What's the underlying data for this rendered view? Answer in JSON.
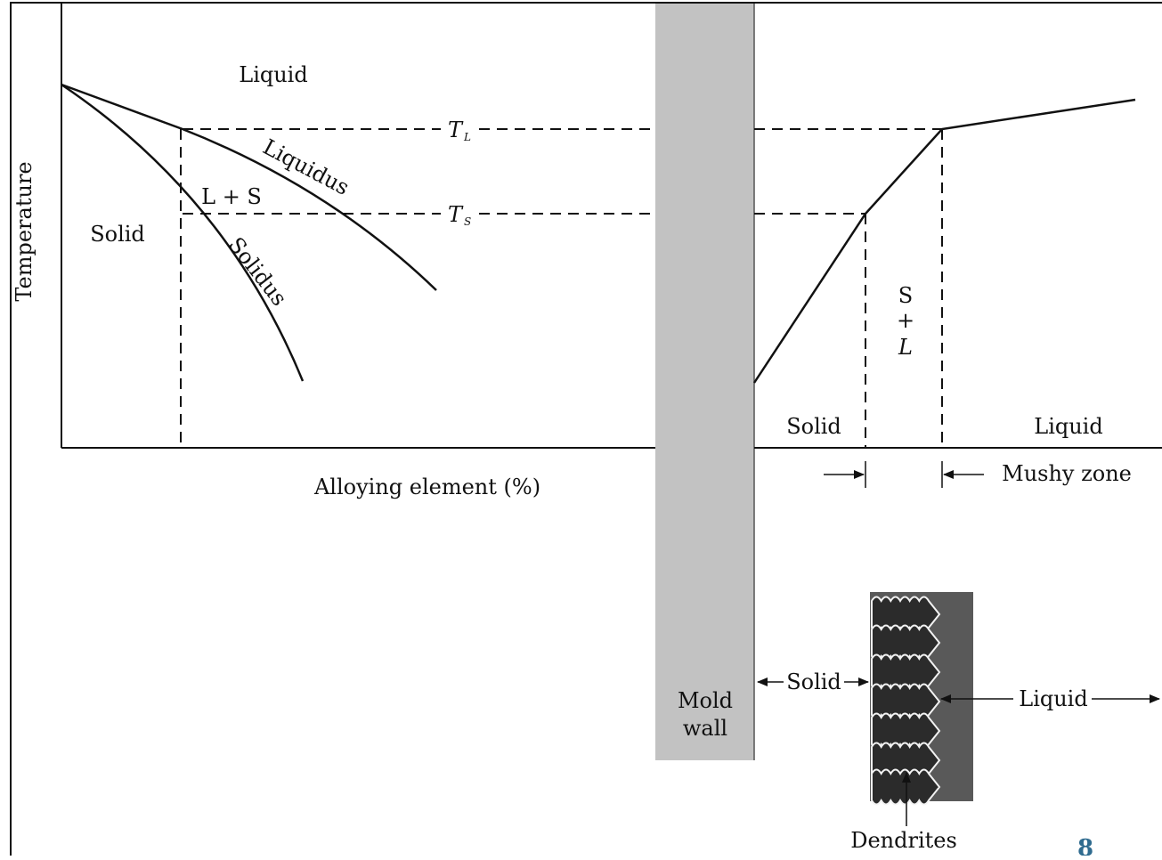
{
  "diagram": {
    "axis_y_label": "Temperature",
    "axis_x_label": "Alloying  element  (%)",
    "regions": {
      "liquid": "Liquid",
      "solid": "Solid",
      "two_phase": "L + S"
    },
    "curves": {
      "liquidus": "Liquidus",
      "solidus": "Solidus"
    },
    "temps": {
      "tl_main": "T",
      "tl_sub": "L",
      "ts_main": "T",
      "ts_sub": "S"
    },
    "casting": {
      "zone_solid": "Solid",
      "zone_liquid": "Liquid",
      "zone_mushy": [
        "S",
        "+",
        "L"
      ],
      "mushy_label": "Mushy  zone",
      "mold_wall": [
        "Mold",
        "wall"
      ],
      "dendrite_solid": "Solid",
      "dendrite_liquid": "Liquid",
      "dendrites": "Dendrites"
    },
    "page_number": "8",
    "colors": {
      "line": "#111111",
      "mold_wall": "#c2c2c2",
      "dendrite_block": "#595959",
      "dendrite_fill": "#2b2b2b",
      "page_number": "#2f6b8f"
    }
  }
}
